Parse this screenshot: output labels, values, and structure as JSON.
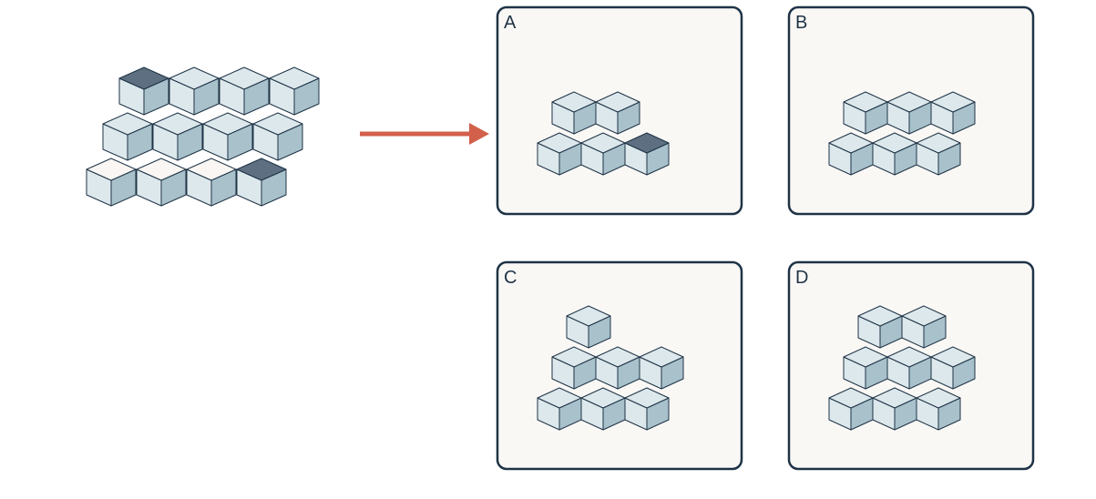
{
  "colors": {
    "cube_top": "#dde8ec",
    "cube_left": "#dde8ec",
    "cube_right": "#a9c1cb",
    "cube_top_white": "#f9f6f3",
    "cube_top_dark": "#5d6f80",
    "cube_edge": "#1e3346",
    "arrow": "#d2604a",
    "panel_fill": "#faf8f5",
    "panel_border": "#1e3346"
  },
  "source_figure": {
    "description_icon": "cube-stack",
    "cubes_per_row": 4,
    "rows": 3,
    "marked_top_faces": [
      [
        0,
        0
      ],
      [
        2,
        3
      ]
    ]
  },
  "options": [
    {
      "label": "A"
    },
    {
      "label": "B"
    },
    {
      "label": "C"
    },
    {
      "label": "D"
    }
  ]
}
